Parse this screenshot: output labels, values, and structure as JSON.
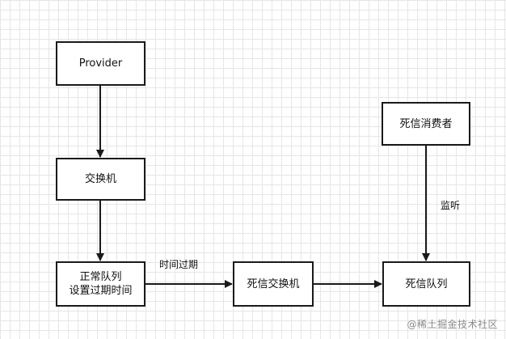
{
  "nodes": {
    "provider": "Provider",
    "exchange": "交换机",
    "normal_queue": [
      "正常队列",
      "设置过期时间"
    ],
    "dead_letter_exchange": "死信交换机",
    "dead_letter_queue": "死信队列",
    "dead_letter_consumer": "死信消费者"
  },
  "edges": {
    "expire_label": "时间过期",
    "listen_label": "监听"
  },
  "watermark": "@稀土掘金技术社区",
  "colors": {
    "stroke": "#1a1a1a",
    "grid": "#e6e6e6",
    "watermark": "#8a8a8a"
  }
}
